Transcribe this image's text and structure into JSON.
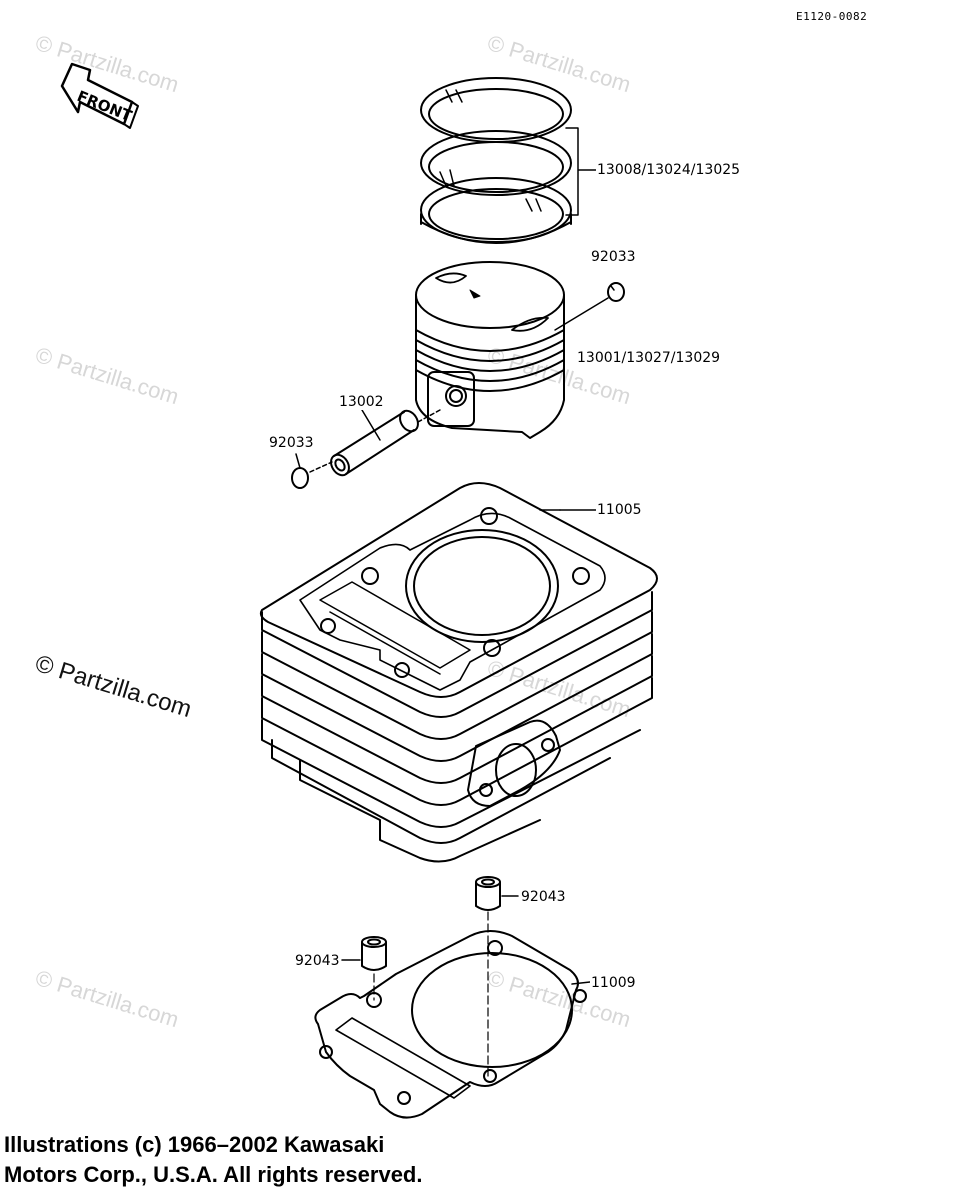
{
  "diagram_ref": "E1120-0082",
  "front_label": "FRONT",
  "watermark": "© Partzilla.com",
  "parts": {
    "rings": "13008/13024/13025",
    "circlip_upper": "92033",
    "piston": "13001/13027/13029",
    "piston_pin": "13002",
    "circlip_lower": "92033",
    "cylinder": "11005",
    "dowel_right": "92043",
    "dowel_left": "92043",
    "gasket": "11009"
  },
  "copyright": {
    "line1": "Illustrations (c) 1966–2002 Kawasaki",
    "line2": "Motors Corp., U.S.A.  All rights reserved."
  }
}
